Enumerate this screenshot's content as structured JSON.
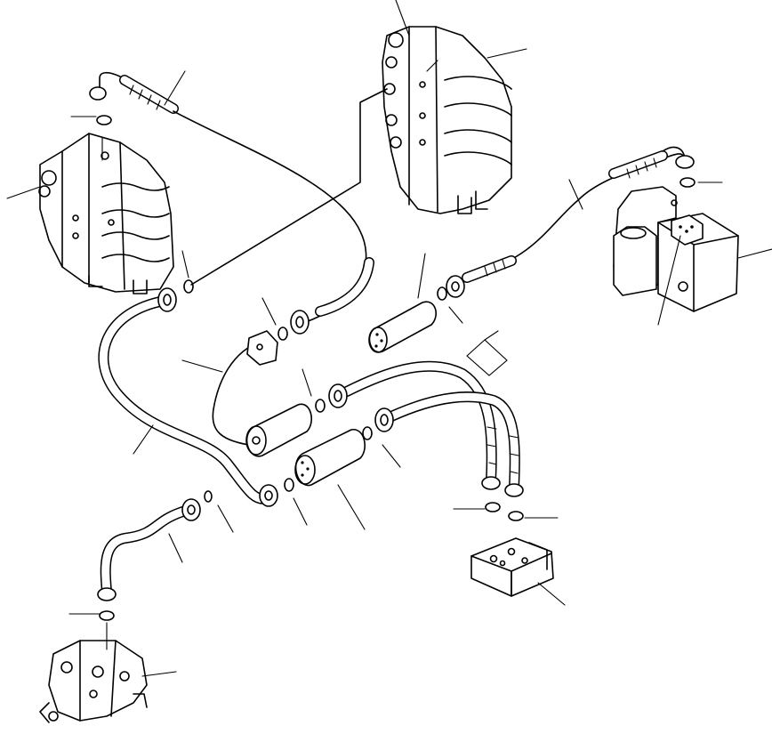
{
  "diagram": {
    "components": [
      {
        "id": "main-control-valve-left",
        "icon": "control-valve-icon"
      },
      {
        "id": "main-control-valve-top",
        "icon": "control-valve-icon"
      },
      {
        "id": "pilot-valve-block-right",
        "icon": "solenoid-valve-icon"
      },
      {
        "id": "junction-block",
        "icon": "block-icon"
      },
      {
        "id": "pump-bottom-left",
        "icon": "pump-icon"
      },
      {
        "id": "hydraulic-hoses",
        "icon": "hose-icon"
      },
      {
        "id": "hose-protectors",
        "icon": "sleeve-icon"
      },
      {
        "id": "o-rings",
        "icon": "o-ring-icon"
      },
      {
        "id": "flanges",
        "icon": "flange-icon"
      }
    ],
    "leader_count": 26,
    "labels": []
  }
}
